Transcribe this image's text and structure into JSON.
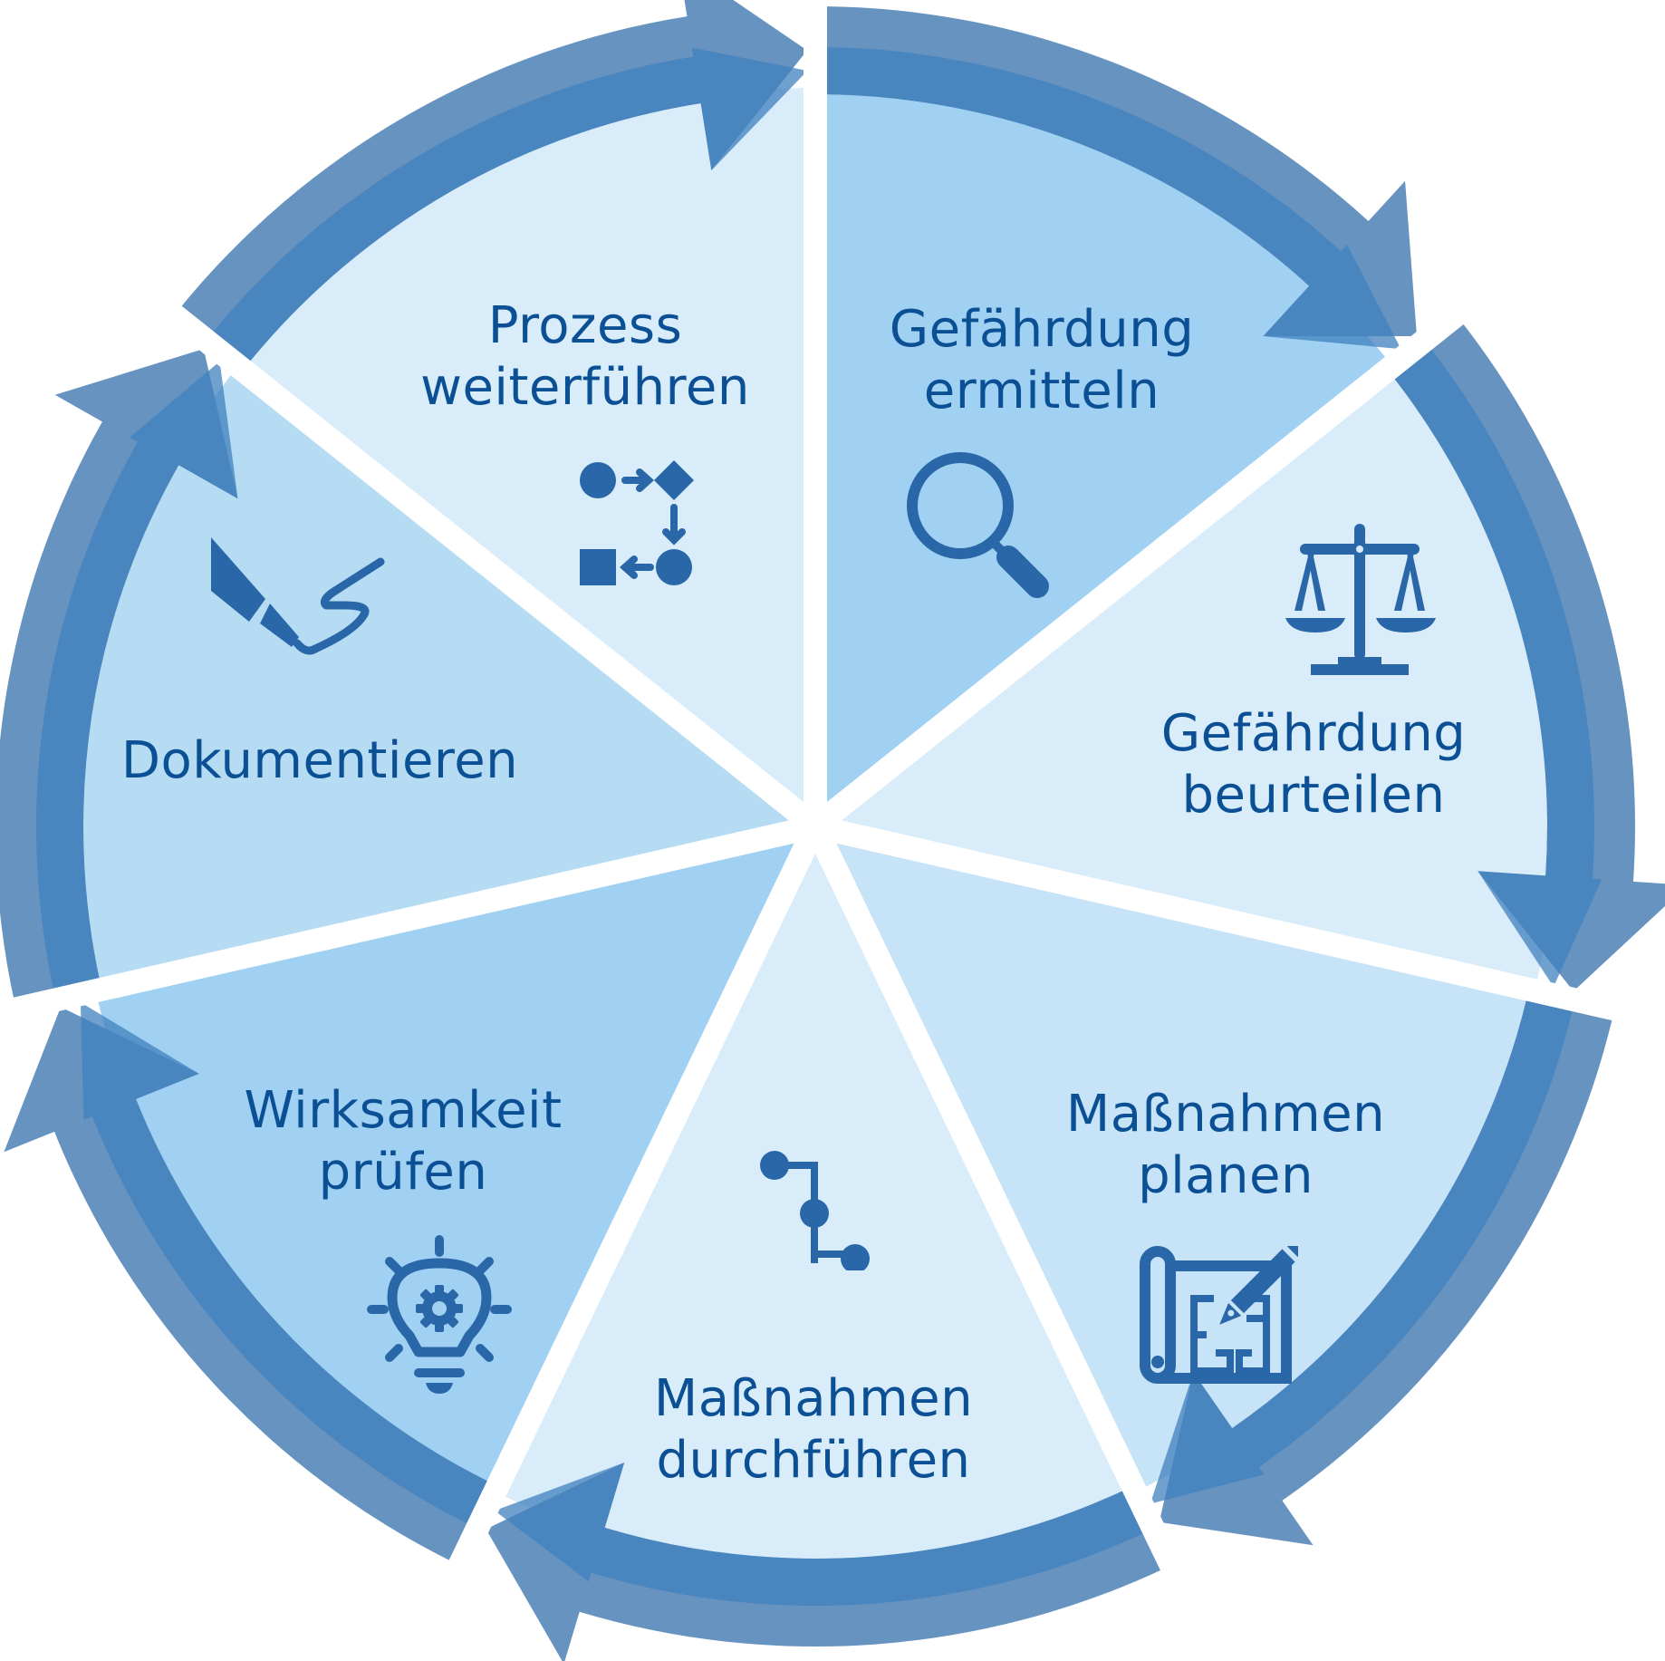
{
  "diagram": {
    "type": "cycle",
    "segment_count": 7,
    "direction": "clockwise",
    "colors": {
      "text": "#0b4f94",
      "icon": "#2a67a8",
      "arrow_outer": "#6693c0",
      "arrow_inner": "#4080bd",
      "segment_light": "#d8ecfa",
      "segment_medium": "#b6dcf4",
      "segment_strong": "#a1d1f2",
      "segment_pale": "#c6e3f7",
      "gap": "#ffffff"
    },
    "segments": [
      {
        "id": "gefaehrdung-ermitteln",
        "line1": "Gefährdung",
        "line2": "ermitteln",
        "icon": "magnifier-icon"
      },
      {
        "id": "gefaehrdung-beurteilen",
        "line1": "Gefährdung",
        "line2": "beurteilen",
        "icon": "scales-icon"
      },
      {
        "id": "massnahmen-planen",
        "line1": "Maßnahmen",
        "line2": "planen",
        "icon": "blueprint-pencil-icon"
      },
      {
        "id": "massnahmen-durchfuehren",
        "line1": "Maßnahmen",
        "line2": "durchführen",
        "icon": "step-path-icon"
      },
      {
        "id": "wirksamkeit-pruefen",
        "line1": "Wirksamkeit",
        "line2": "prüfen",
        "icon": "lightbulb-gear-icon"
      },
      {
        "id": "dokumentieren",
        "line1": "Dokumentieren",
        "line2": "",
        "icon": "marker-signature-icon"
      },
      {
        "id": "prozess-weiterfuehren",
        "line1": "Prozess",
        "line2": "weiterführen",
        "icon": "process-flow-icon"
      }
    ]
  }
}
